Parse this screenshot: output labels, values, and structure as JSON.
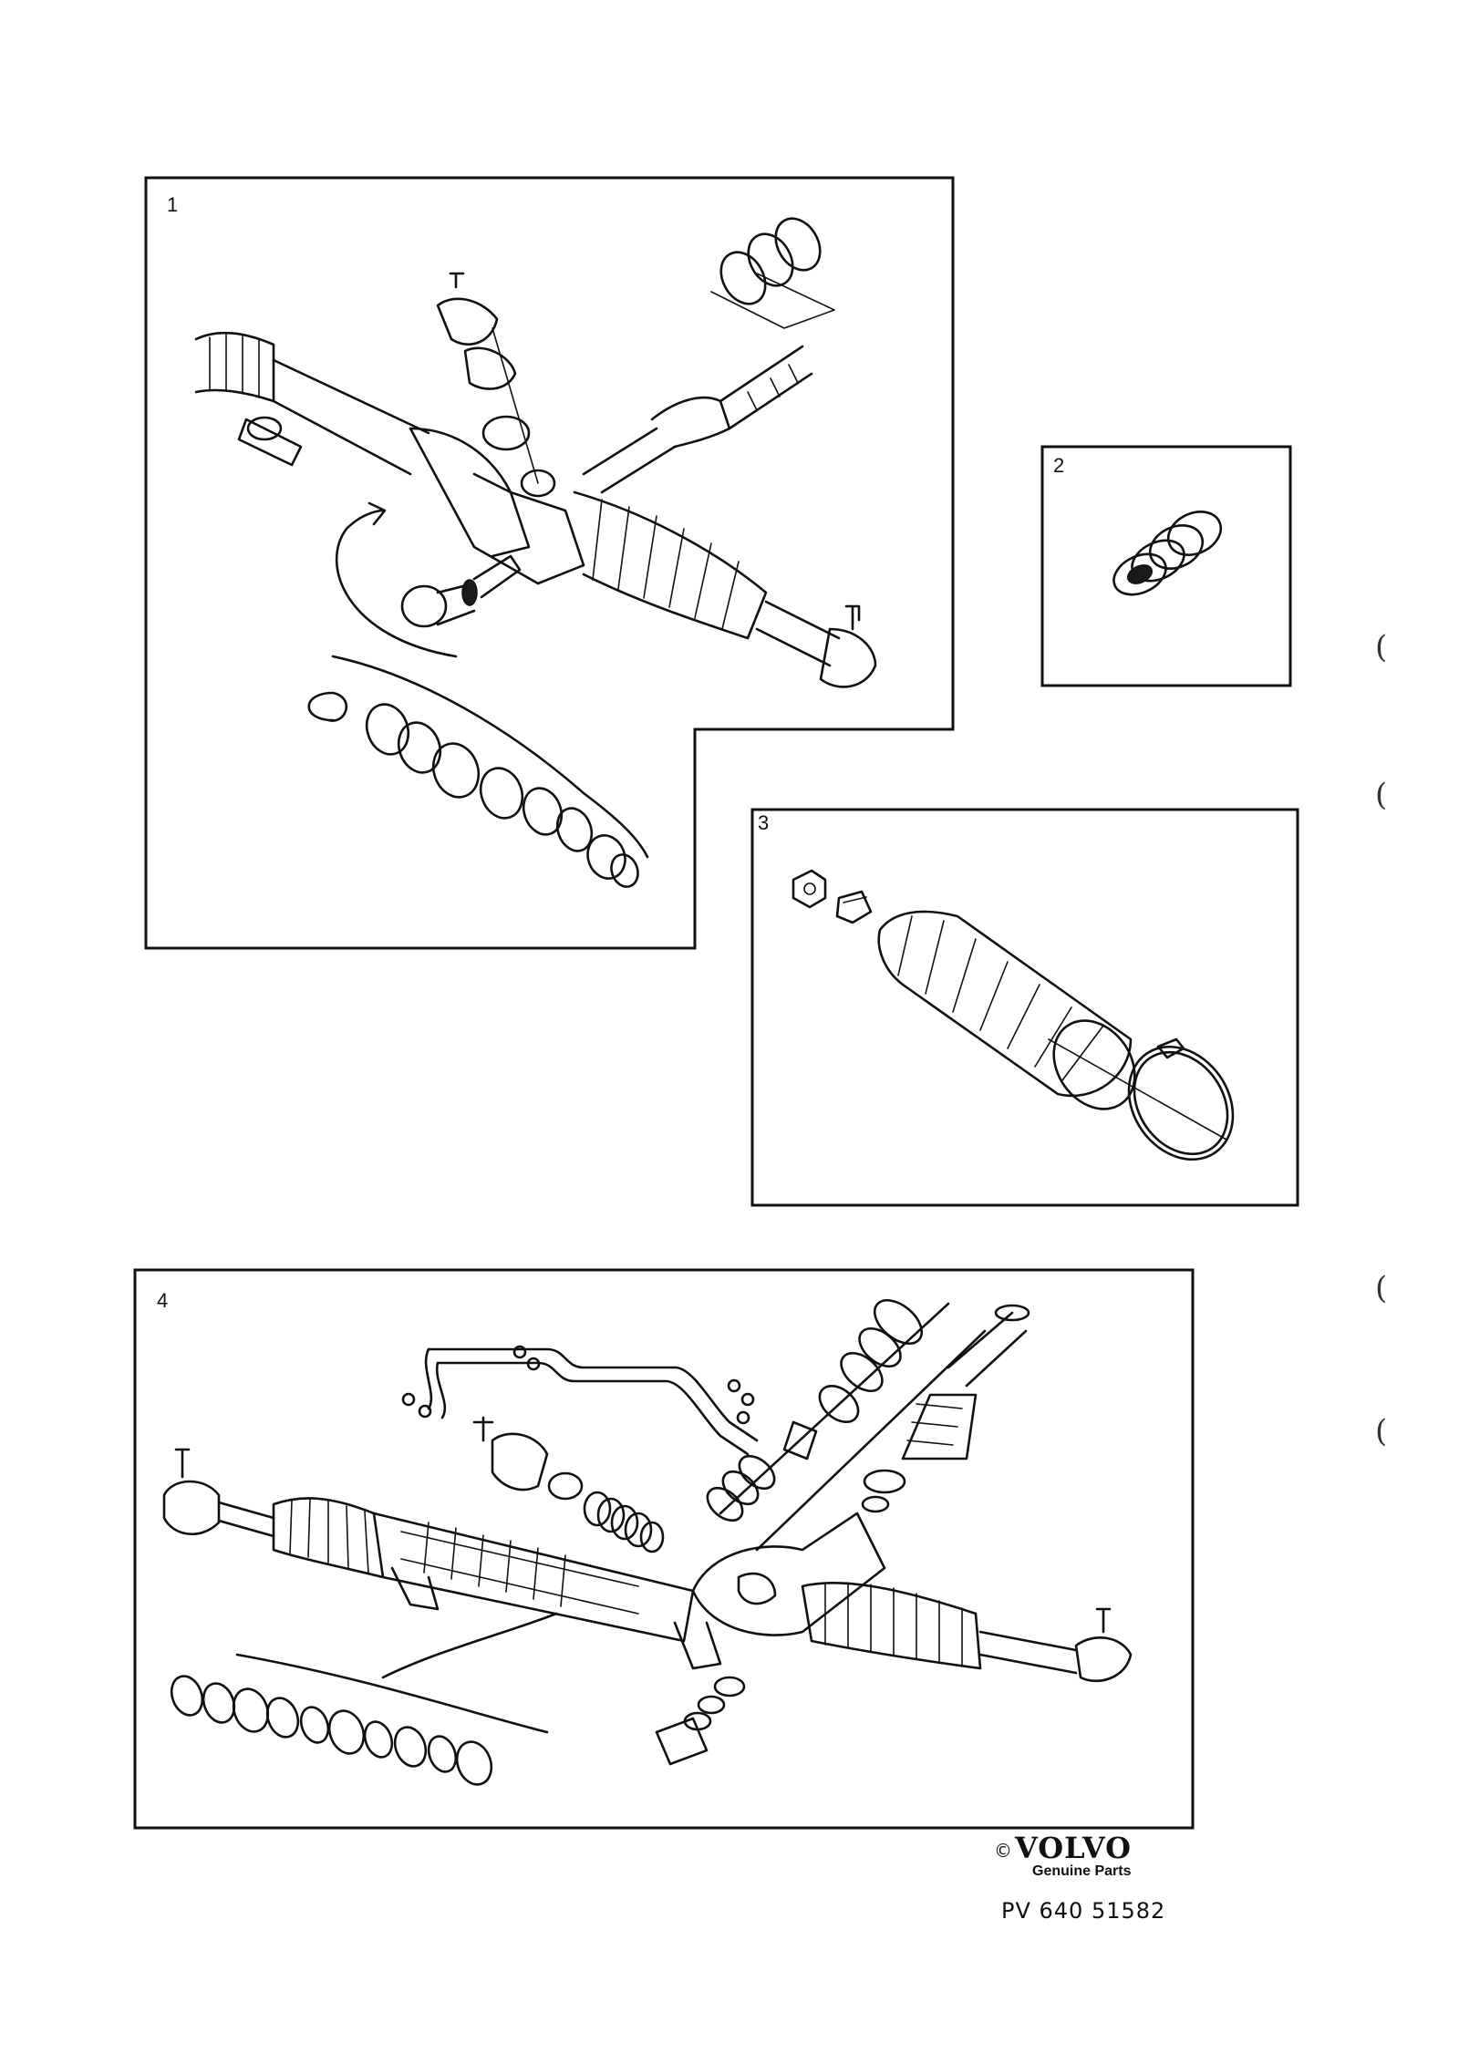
{
  "panels": [
    {
      "label": "1"
    },
    {
      "label": "2"
    },
    {
      "label": "3"
    },
    {
      "label": "4"
    }
  ],
  "brand": {
    "copyright": "©",
    "name": "VOLVO",
    "tagline": "Genuine Parts"
  },
  "reference_number": "PV 640 51582",
  "margin_marks": [
    "(",
    "(",
    "(",
    "("
  ]
}
